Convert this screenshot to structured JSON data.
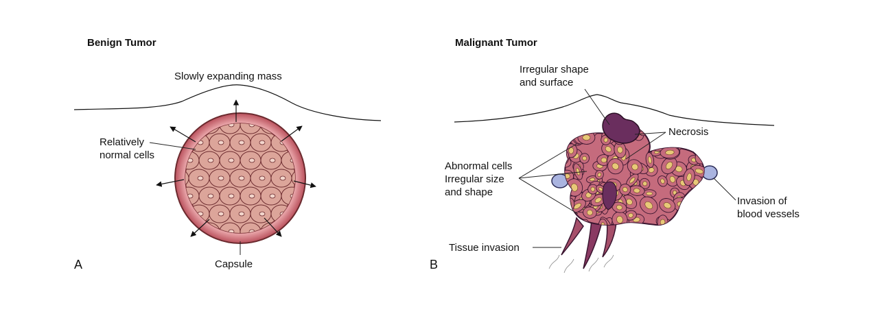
{
  "panel_a": {
    "title": "Benign Tumor",
    "letter": "A",
    "labels": {
      "mass": "Slowly expanding mass",
      "cells_line1": "Relatively",
      "cells_line2": "normal cells",
      "capsule": "Capsule"
    }
  },
  "panel_b": {
    "title": "Malignant Tumor",
    "letter": "B",
    "labels": {
      "shape_line1": "Irregular shape",
      "shape_line2": "and surface",
      "necrosis": "Necrosis",
      "abnormal_line1": "Abnormal cells",
      "abnormal_line2": "Irregular size",
      "abnormal_line3": "and shape",
      "invasion_line1": "Invasion of",
      "invasion_line2": "blood vessels",
      "tissue": "Tissue invasion"
    }
  },
  "colors": {
    "capsule": "#c9606a",
    "cell_fill": "#dca59a",
    "cell_stroke": "#6b2a2e",
    "malignant_cell": "#c56b7d",
    "nucleus_yellow": "#e8c878",
    "necrosis": "#6a2e5e",
    "vessel": "#aab4e0"
  }
}
